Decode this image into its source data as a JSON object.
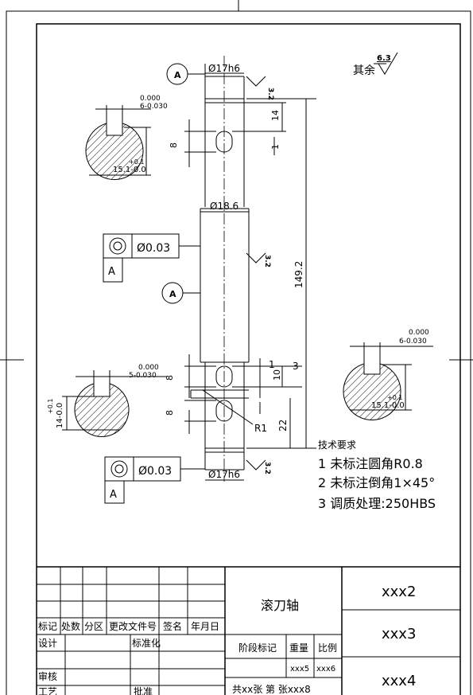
{
  "surface_finish": {
    "prefix": "其余",
    "value": "6.3"
  },
  "roughness_small": "3.2",
  "section_marker": "A",
  "datum_label": "A",
  "dims": {
    "top_dia": "Ø17h6",
    "mid_dia": "Ø18.6",
    "bot_dia": "Ø17h6",
    "key_depth_top": "14",
    "key_width_top": "8",
    "key_gap_top": "1",
    "overall_length": "149.2",
    "lower_1": "1",
    "lower_3": "3",
    "lower_10": "10",
    "lower_8a": "8",
    "lower_8b": "8",
    "lower_22": "22",
    "radius": "R1",
    "section_width_tol_upper": "0.000",
    "section_width_tol_lower": "6-0.030",
    "section_depth": "15.1-0.0",
    "section_depth_tol": "+0.1",
    "left_width_tol_upper": "0.000",
    "left_width_tol_lower": "5-0.030",
    "left_depth": "14-0.0",
    "left_depth_tol": "+0.1",
    "right_width_tol_upper": "0.000",
    "right_width_tol_lower": "6-0.030",
    "right_depth": "15.1-0.0",
    "right_depth_tol": "+0.1"
  },
  "tolerance_frames": [
    {
      "symbol": "circle-concentricity-icon",
      "value": "Ø0.03",
      "datum": "A"
    },
    {
      "symbol": "circle-concentricity-icon",
      "value": "Ø0.03",
      "datum": "A"
    }
  ],
  "tech_requirements": {
    "title": "技术要求",
    "items": [
      "1 未标注圆角R0.8",
      "2 未标注倒角1×45°",
      "3 调质处理:250HBS"
    ]
  },
  "title_block": {
    "part_name": "滚刀轴",
    "drawing_no": "xxx2",
    "material": "xxx3",
    "company": "xxx4",
    "weight": "xxx5",
    "scale": "xxx6",
    "sheets": "共xx张 第   张xxx8",
    "headers": [
      "标记",
      "处数",
      "分区",
      "更改文件号",
      "签名",
      "年月日"
    ],
    "design": "设计",
    "standardize": "标准化",
    "review": "审核",
    "process": "工艺",
    "approve": "批准",
    "stage_mark": "阶段标记",
    "weight_label": "重量",
    "scale_label": "比例"
  }
}
